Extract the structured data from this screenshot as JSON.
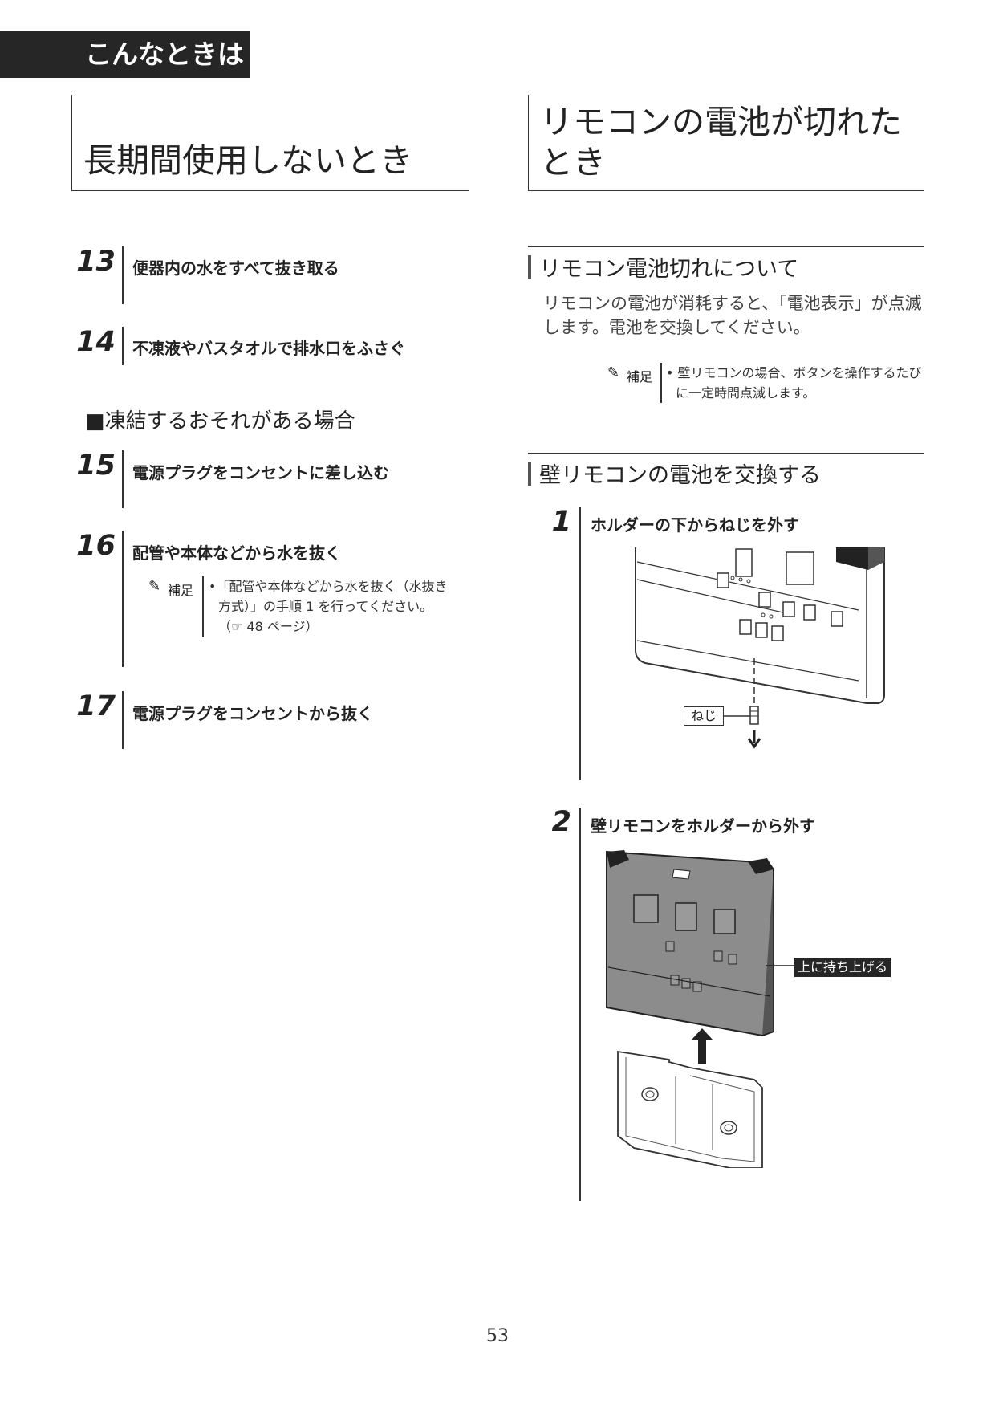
{
  "header": {
    "tab_label": "こんなときは"
  },
  "left": {
    "title": "長期間使用しないとき",
    "steps": [
      {
        "num": "13",
        "text": "便器内の水をすべて抜き取る"
      },
      {
        "num": "14",
        "text": "不凍液やバスタオルで排水口をふさぐ"
      },
      {
        "num": "15",
        "text": "電源プラグをコンセントに差し込む"
      },
      {
        "num": "16",
        "text": "配管や本体などから水を抜く"
      },
      {
        "num": "17",
        "text": "電源プラグをコンセントから抜く"
      }
    ],
    "subheading": "■凍結するおそれがある場合",
    "note": {
      "label": "補足",
      "lines": [
        "•「配管や本体などから水を抜く（水抜き",
        "方式）」の手順 1 を行ってください。",
        "（☞ 48 ページ）"
      ]
    }
  },
  "right": {
    "title_line1": "リモコンの電池が切れた",
    "title_line2": "とき",
    "section1": {
      "heading": "リモコン電池切れについて",
      "body_line1": "リモコンの電池が消耗すると、「電池表示」が点滅",
      "body_line2": "します。電池を交換してください。",
      "note_label": "補足",
      "note_line1": "• 壁リモコンの場合、ボタンを操作するたび",
      "note_line2": "に一定時間点滅します。"
    },
    "section2": {
      "heading": "壁リモコンの電池を交換する",
      "steps": [
        {
          "num": "1",
          "text": "ホルダーの下からねじを外す"
        },
        {
          "num": "2",
          "text": "壁リモコンをホルダーから外す"
        }
      ],
      "screw_label": "ねじ",
      "lift_label": "上に持ち上げる"
    }
  },
  "footer": {
    "page_number": "53"
  },
  "icons": {
    "note": "pencil-icon"
  },
  "colors": {
    "header_bg": "#262626",
    "remote_body": "#8c8c8c",
    "rule": "#333333"
  }
}
